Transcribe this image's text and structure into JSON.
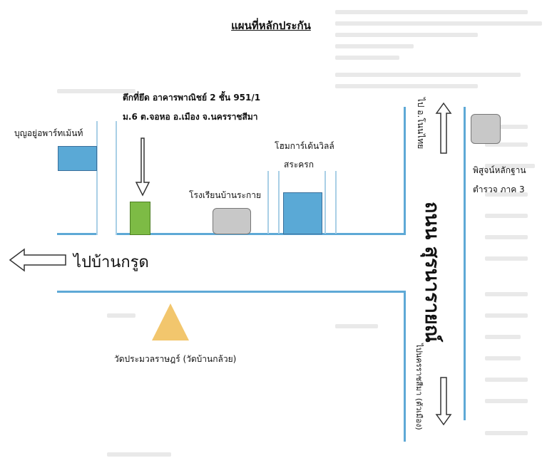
{
  "map": {
    "title": "แผนที่หลักประกัน",
    "target_line1": "ตึกที่ยึด อาคารพาณิชย์ 2 ชั้น 951/1",
    "target_line2": "ม.6 ต.จอหอ อ.เมือง จ.นครราชสีมา",
    "left_road_label": "ไปบ้านกรูด",
    "main_road_label": "ถนน สุรนารายณ์",
    "top_direction": "ไป อ.โนนไทย",
    "bottom_direction": "ไปนครราชสีมา (ตัวเมือง)",
    "places": {
      "shop": "บุญอยู่อพาร์ทเม้นท์",
      "school": "โรงเรียนบ้านระกาย",
      "homemart_1": "โฮมการ์เด้นวิลล์",
      "homemart_2": "สระครก",
      "police_1": "พิสูจน์หลักฐาน",
      "police_2": "ตำรวจ ภาค 3",
      "temple": "วัดประมวลราษฎร์ (วัดบ้านกล้วย)"
    },
    "colors": {
      "road": "#5ea9d6",
      "blue_box": "#5aa9d6",
      "green_box": "#7dbb45",
      "gray_box": "#c8c8c8",
      "triangle": "#f2c66d"
    }
  }
}
